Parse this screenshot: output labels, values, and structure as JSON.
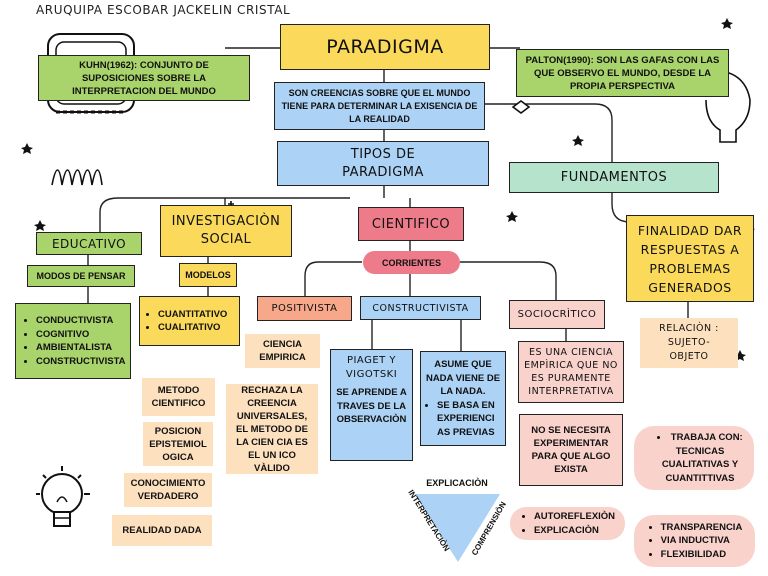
{
  "author": "ARUQUIPA ESCOBAR JACKELIN CRISTAL",
  "title": "PARADIGMA",
  "kuhn": "KUHN(1962): CONJUNTO DE SUPOSICIONES SOBRE LA INTERPRETACION DEL MUNDO",
  "palton": "PALTON(1990): SON LAS GAFAS CON LAS QUE OBSERVO EL MUNDO, DESDE LA PROPIA PERSPECTIVA",
  "definition": "SON CREENCIAS SOBRE QUE EL MUNDO TIENE PARA DETERMINAR LA EXISENCIA DE LA REALIDAD",
  "tipos": "TIPOS DE PARADIGMA",
  "fundamentos": "FUNDAMENTOS",
  "finalidad": "FINALIDAD DAR RESPUESTAS A PROBLEMAS GENERADOS",
  "relacion": "RELACIÒN : SUJETO-OBJETO",
  "educativo": {
    "title": "EDUCATIVO",
    "sub": "MODOS DE PENSAR",
    "items": [
      "CONDUCTIVISTA",
      "COGNITIVO",
      "AMBIENTALISTA",
      "CONSTRUCTIVISTA"
    ]
  },
  "investigacion": {
    "title": "INVESTIGACIÒN SOCIAL",
    "sub": "MODELOS",
    "items": [
      "CUANTITATIVO",
      "CUALITATIVO"
    ]
  },
  "cientifico": {
    "title": "CIENTIFICO",
    "corrientes": "CORRIENTES"
  },
  "positivista": {
    "title": "POSITIVISTA",
    "ciencia": "CIENCIA EMPIRICA",
    "rechaza": "RECHAZA LA CREENCIA UNIVERSALES, EL METODO DE LA CIEN CIA ES EL UN ICO VÀLIDO",
    "notes": [
      "METODO CIENTIFICO",
      "POSICION EPISTEMIOL OGICA",
      "CONOCIMIENTO VERDADERO",
      "REALIDAD DADA"
    ]
  },
  "constructivista": {
    "title": "CONSTRUCTIVISTA",
    "piaget_title": "PIAGET Y VIGOTSKI",
    "piaget_text": "SE APRENDE A TRAVES DE LA OBSERVACIÒN",
    "asume": "ASUME QUE NADA VIENE DE LA NADA.",
    "basa": "SE BASA EN EXPERIENCI AS PREVIAS"
  },
  "sociocritico": {
    "title": "SOCIOCRÌTICO",
    "ciencia": "ES UNA CIENCIA EMPÌRICA QUE NO ES PURAMENTE INTERPRETATIVA",
    "no_necesita": "NO SE NECESITA EXPERIMENTAR PARA QUE ALGO EXISTA",
    "trabaja": "TRABAJA CON: TECNICAS CUALITATIVAS Y CUANTITTIVAS",
    "auto": [
      "AUTOREFLEXIÒN",
      "EXPLICACIÒN"
    ],
    "transp": [
      "TRANSPARENCIA",
      "VIA INDUCTIVA",
      "FLEXIBILIDAD"
    ]
  },
  "triangle": {
    "top": "EXPLICACIÒN",
    "left": "INTERPRETACIÒN",
    "right": "COMPRENSIÒN"
  },
  "colors": {
    "yellow": "#fbd95b",
    "green": "#a9d36b",
    "blue": "#acd2f5",
    "mint": "#b6e3cc",
    "pink": "#ee7b8a",
    "salmon": "#f7a78a",
    "peach": "#fde1bf",
    "lightpink": "#f9d2cc"
  }
}
